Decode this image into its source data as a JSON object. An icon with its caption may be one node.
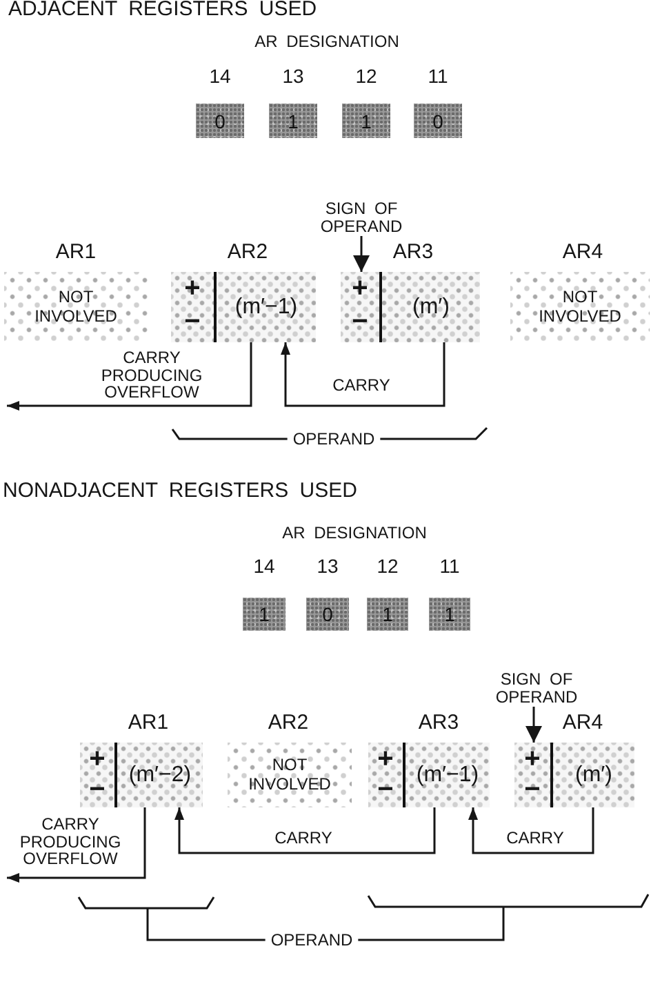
{
  "diagram": {
    "nodes": [
      {
        "text": [
          "14",
          "0"
        ]
      },
      {
        "text": [
          "13",
          "1"
        ]
      },
      {
        "text": [
          "12",
          "1"
        ]
      },
      {
        "text": [
          "11",
          "0"
        ]
      },
      {
        "text": [
          "SIGN OF OPERAND"
        ]
      },
      {
        "text": [
          "AR1",
          "NOT INVOLVED"
        ]
      },
      {
        "text": [
          "AR2",
          "+",
          "−",
          "(m′−1)"
        ]
      },
      {
        "text": [
          "AR3",
          "+",
          "−",
          "(m′)"
        ]
      },
      {
        "text": [
          "AR4",
          "NOT INVOLVED"
        ]
      },
      {
        "text": [
          "14",
          "1"
        ]
      },
      {
        "text": [
          "13",
          "0"
        ]
      },
      {
        "text": [
          "12",
          "1"
        ]
      },
      {
        "text": [
          "11",
          "1"
        ]
      },
      {
        "text": [
          "SIGN OF OPERAND"
        ]
      },
      {
        "text": [
          "AR1",
          "+",
          "−",
          "(m′−2)"
        ]
      },
      {
        "text": [
          "AR2",
          "NOT INVOLVED"
        ]
      },
      {
        "text": [
          "AR3",
          "+",
          "−",
          "(m′−1)"
        ]
      },
      {
        "text": [
          "AR4",
          "+",
          "−",
          "(m′)"
        ]
      }
    ],
    "edges": [
      {
        "from": 4,
        "to": 7,
        "arrow": "to"
      },
      {
        "from": 6,
        "to": null,
        "arrow": "to",
        "label": "CARRY PRODUCING OVERFLOW"
      },
      {
        "from": 7,
        "to": 6,
        "arrow": "to",
        "label": "CARRY"
      },
      {
        "from": 13,
        "to": 17,
        "arrow": "to"
      },
      {
        "from": 14,
        "to": null,
        "arrow": "to",
        "label": "CARRY PRODUCING OVERFLOW"
      },
      {
        "from": 16,
        "to": 14,
        "arrow": "to",
        "label": "CARRY"
      },
      {
        "from": 17,
        "to": 16,
        "arrow": "to",
        "label": "CARRY"
      }
    ],
    "labels": [
      "ADJACENT REGISTERS USED",
      "AR DESIGNATION",
      "OPERAND",
      "NONADJACENT REGISTERS USED",
      "AR DESIGNATION",
      "OPERAND"
    ]
  }
}
